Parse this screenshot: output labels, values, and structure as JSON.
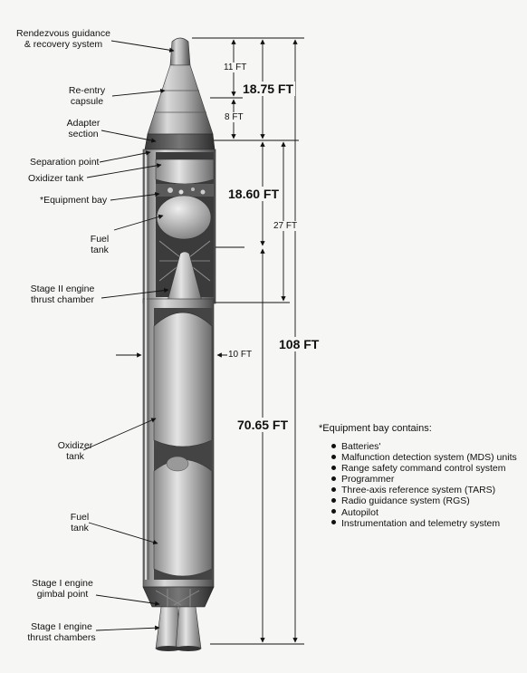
{
  "labels": {
    "rgs": "Rendezvous guidance\n& recovery system",
    "reentry": "Re-entry\ncapsule",
    "adapter": "Adapter\nsection",
    "separation": "Separation point",
    "oxidizer_tank_1": "Oxidizer tank",
    "equipment_bay": "*Equipment bay",
    "fuel_tank_1": "Fuel\ntank",
    "stage2_engine": "Stage II engine\nthrust chamber",
    "oxidizer_tank_2": "Oxidizer\ntank",
    "fuel_tank_2": "Fuel\ntank",
    "gimbal": "Stage I engine\ngimbal point",
    "stage1_chambers": "Stage I engine\nthrust chambers"
  },
  "dimensions": {
    "d11": "11 FT",
    "d8": "8 FT",
    "d1875": "18.75 FT",
    "d1860": "18.60 FT",
    "d27": "27 FT",
    "d10": "10 FT",
    "d108": "108 FT",
    "d7065": "70.65 FT"
  },
  "equipment_bay": {
    "title": "*Equipment bay contains:",
    "items": [
      "Batteries'",
      "Malfunction detection system (MDS) units",
      "Range safety command control system",
      "Programmer",
      "Three-axis reference system (TARS)",
      "Radio guidance system (RGS)",
      "Autopilot",
      "Instrumentation and telemetry system"
    ]
  }
}
